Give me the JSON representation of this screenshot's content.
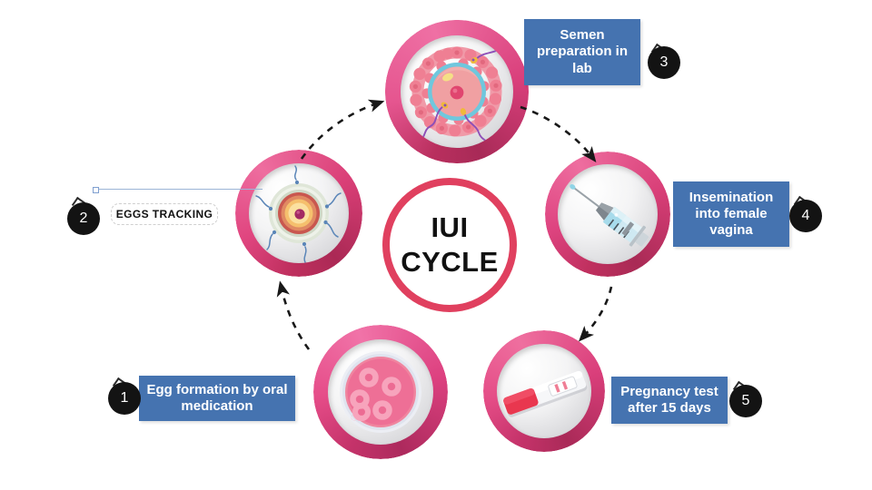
{
  "diagram": {
    "title_line_1": "IUI",
    "title_line_2": "CYCLE",
    "center_label": "IUI CYCLE",
    "accent_pink": "#e0405f",
    "label_blue": "#4573b0",
    "badge_black": "#131313",
    "background": "#ffffff"
  },
  "steps": [
    {
      "number": "1",
      "label": "Egg formation by oral medication",
      "label_style": "blue",
      "image_name": "ovary-with-follicles-image",
      "position": "bottom-center-left"
    },
    {
      "number": "2",
      "label": "EGGS TRACKING",
      "label_style": "plain",
      "image_name": "ovum-egg-cell-image",
      "position": "left"
    },
    {
      "number": "3",
      "label": "Semen preparation in lab",
      "label_style": "blue",
      "image_name": "egg-with-sperm-fertilization-image",
      "position": "top"
    },
    {
      "number": "4",
      "label": "Insemination into female vagina",
      "label_style": "blue",
      "image_name": "syringe-insemination-image",
      "position": "right"
    },
    {
      "number": "5",
      "label": "Pregnancy test after 15 days",
      "label_style": "blue",
      "image_name": "pregnancy-test-strip-image",
      "position": "bottom-center-right"
    }
  ],
  "arrows": [
    {
      "name": "arrow-eggs-tracking-to-semen-prep",
      "from": "2",
      "to": "3"
    },
    {
      "name": "arrow-semen-prep-to-insemination",
      "from": "3",
      "to": "4"
    },
    {
      "name": "arrow-insemination-to-pregnancy-test",
      "from": "4",
      "to": "5"
    },
    {
      "name": "arrow-egg-formation-to-eggs-tracking",
      "from": "1",
      "to": "2"
    }
  ]
}
